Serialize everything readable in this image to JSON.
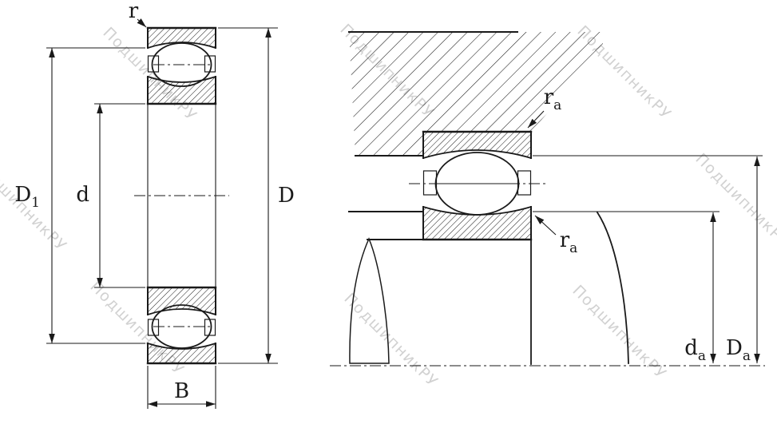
{
  "watermark": {
    "text": "ПодшипникРУ"
  },
  "colors": {
    "line": "#1a1a1a",
    "watermark": "#c9c9c9"
  },
  "left_view": {
    "labels": {
      "r": {
        "base": "r",
        "sub": ""
      },
      "D1": {
        "base": "D",
        "sub": "1"
      },
      "d": {
        "base": "d",
        "sub": ""
      },
      "D": {
        "base": "D",
        "sub": ""
      },
      "B": {
        "base": "B",
        "sub": ""
      }
    }
  },
  "right_view": {
    "labels": {
      "ra_top": {
        "base": "r",
        "sub": "a"
      },
      "ra_bottom": {
        "base": "r",
        "sub": "a"
      },
      "da": {
        "base": "d",
        "sub": "a"
      },
      "Da": {
        "base": "D",
        "sub": "a"
      }
    }
  }
}
